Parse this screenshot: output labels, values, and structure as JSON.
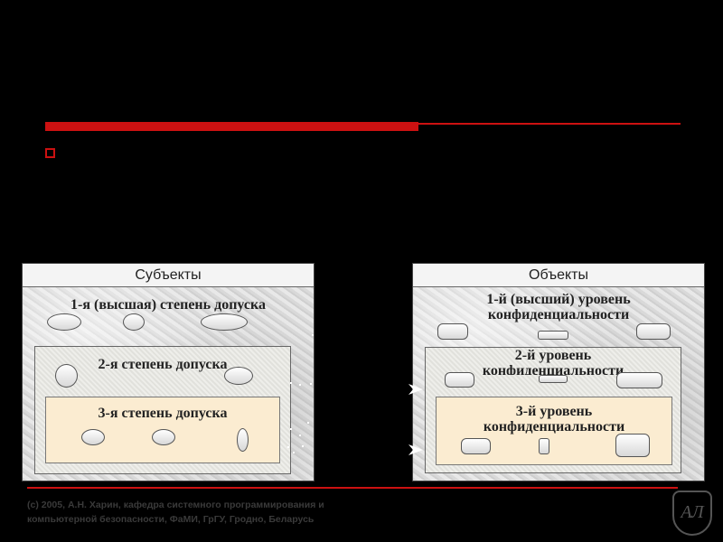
{
  "subjects": {
    "title": "Субъекты",
    "level1": "1-я (высшая) степень допуска",
    "level2": "2-я степень допуска",
    "level3": "3-я степень допуска"
  },
  "objects": {
    "title": "Объекты",
    "level1_line1": "1-й (высший) уровень",
    "level1_line2": "конфиденциальности",
    "level2_line1": "2-й уровень",
    "level2_line2": "конфиденциальности",
    "level3_line1": "3-й уровень",
    "level3_line2": "конфиденциальности"
  },
  "footer": {
    "line1": "(с) 2005, А.Н. Харин, кафедра системного программирования и",
    "line2": "компьютерной безопасности, ФаМИ, ГрГУ, Гродно, Беларусь"
  },
  "logo": {
    "icon": "monogram-shield-icon",
    "text": "АЛ"
  },
  "colors": {
    "accent": "#cc1111",
    "level3_fill": "#fbecd1"
  }
}
